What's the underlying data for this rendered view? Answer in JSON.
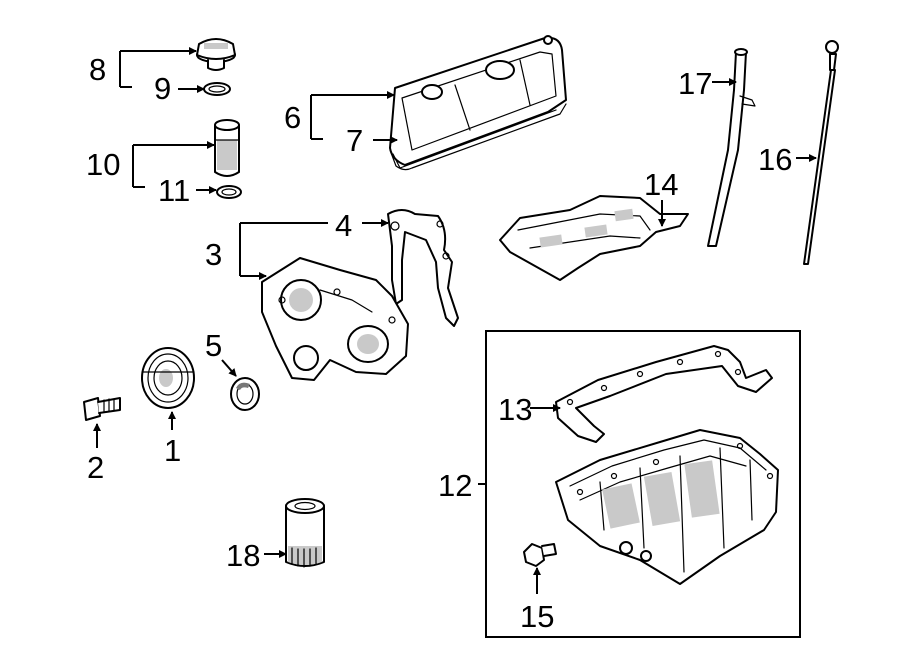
{
  "callouts": {
    "c1": "1",
    "c2": "2",
    "c3": "3",
    "c4": "4",
    "c5": "5",
    "c6": "6",
    "c7": "7",
    "c8": "8",
    "c9": "9",
    "c10": "10",
    "c11": "11",
    "c12": "12",
    "c13": "13",
    "c14": "14",
    "c15": "15",
    "c16": "16",
    "c17": "17",
    "c18": "18"
  },
  "colors": {
    "line": "#000000",
    "background": "#ffffff",
    "shade": "#c9c9c9"
  }
}
